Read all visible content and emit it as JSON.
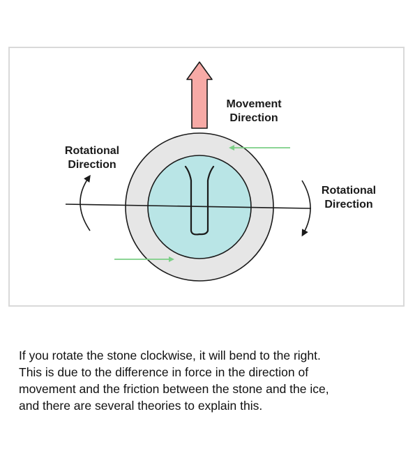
{
  "labels": {
    "movement": [
      "Movement",
      "Direction"
    ],
    "rotation_left": [
      "Rotational",
      "Direction"
    ],
    "rotation_right": [
      "Rotational",
      "Direction"
    ]
  },
  "caption": {
    "line1": "If you rotate the stone clockwise, it will bend to the right.",
    "line2": "This is due to the difference in force in the direction of",
    "line3": "movement and the friction between the stone and the ice,",
    "line4": "and there are several theories to explain this."
  },
  "colors": {
    "movement_arrow_fill": "#f7aaa6",
    "friction_arrow": "#7ccf86",
    "stone_outer": "#e6e6e6",
    "stone_inner": "#b9e5e6",
    "outline": "#1a1a1a"
  },
  "icons": {
    "stone": "curling-stone-top-view-icon",
    "handle": "curling-stone-handle-icon"
  }
}
